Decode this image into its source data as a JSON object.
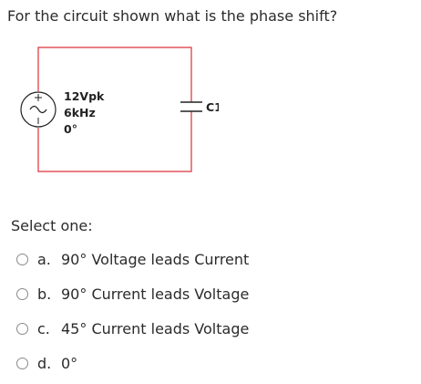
{
  "question": {
    "text": "For the circuit shown what is the phase shift?"
  },
  "circuit": {
    "source_amplitude": "12Vpk",
    "source_frequency": "6kHz",
    "source_phase": "0°",
    "capacitor_label": "C1",
    "wire_color": "#d9303a"
  },
  "answer": {
    "prompt": "Select one:",
    "options": [
      {
        "letter": "a.",
        "text": "90° Voltage leads Current"
      },
      {
        "letter": "b.",
        "text": "90° Current leads Voltage"
      },
      {
        "letter": "c.",
        "text": "45° Current leads Voltage"
      },
      {
        "letter": "d.",
        "text": "0°"
      }
    ]
  }
}
